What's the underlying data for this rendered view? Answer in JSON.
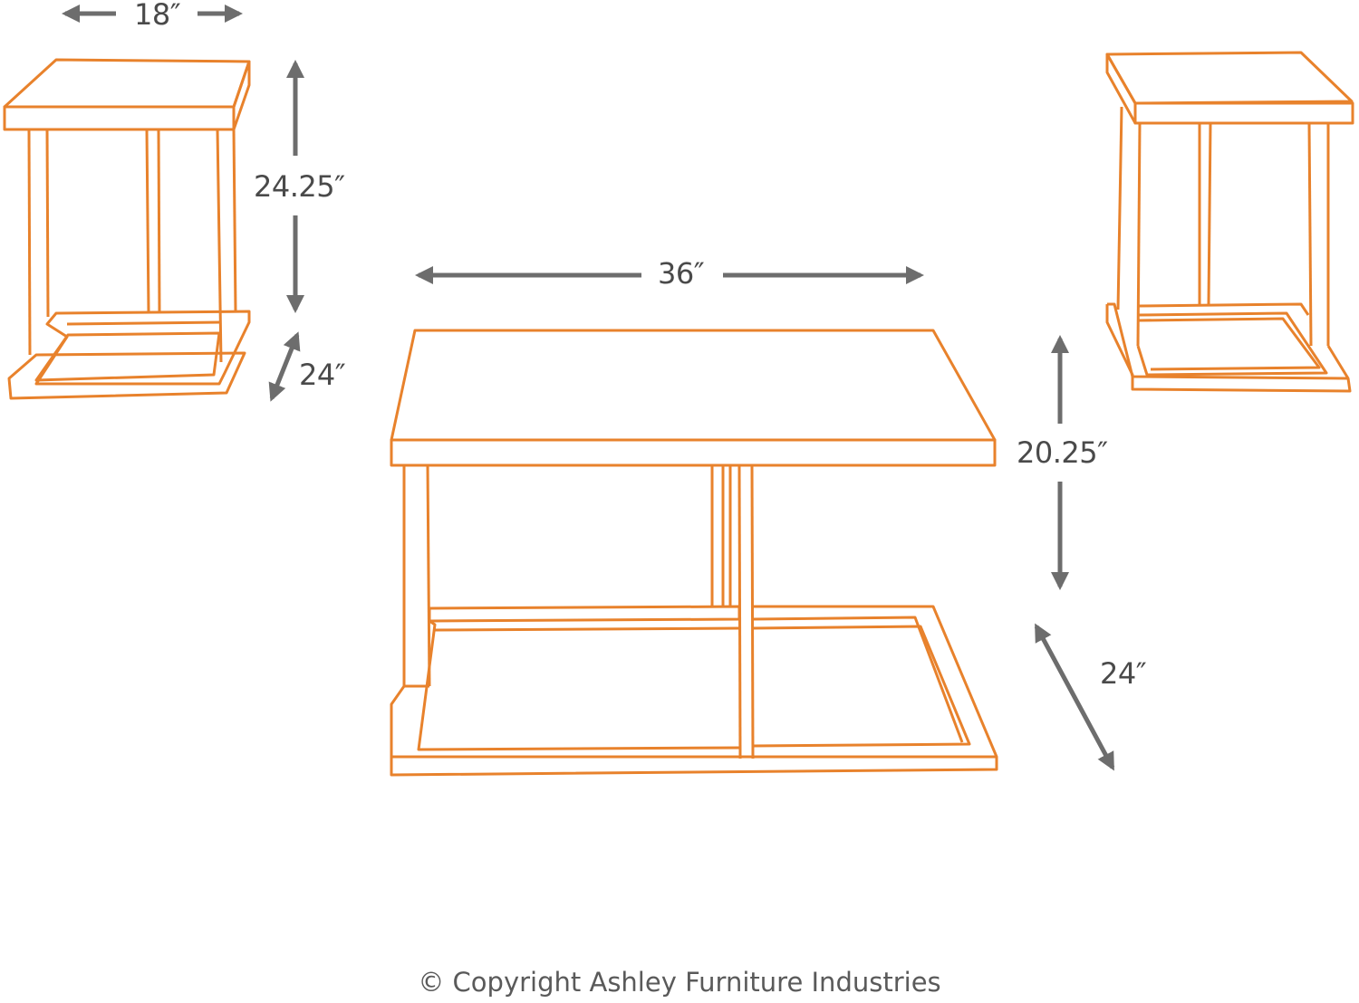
{
  "diagram": {
    "subject": "Three-piece occasional table set (cocktail table + 2 end tables)",
    "colors": {
      "outline": "#E8822C",
      "arrow": "#6d6d6d",
      "text": "#4a4a4a",
      "background": "#ffffff"
    },
    "left_end_table": {
      "width_label": "18″",
      "height_label": "24.25″",
      "depth_label": "24″"
    },
    "cocktail_table": {
      "width_label": "36″",
      "height_label": "20.25″",
      "depth_label": "24″"
    },
    "right_end_table": {}
  },
  "footer": {
    "copyright": "© Copyright Ashley Furniture Industries"
  }
}
